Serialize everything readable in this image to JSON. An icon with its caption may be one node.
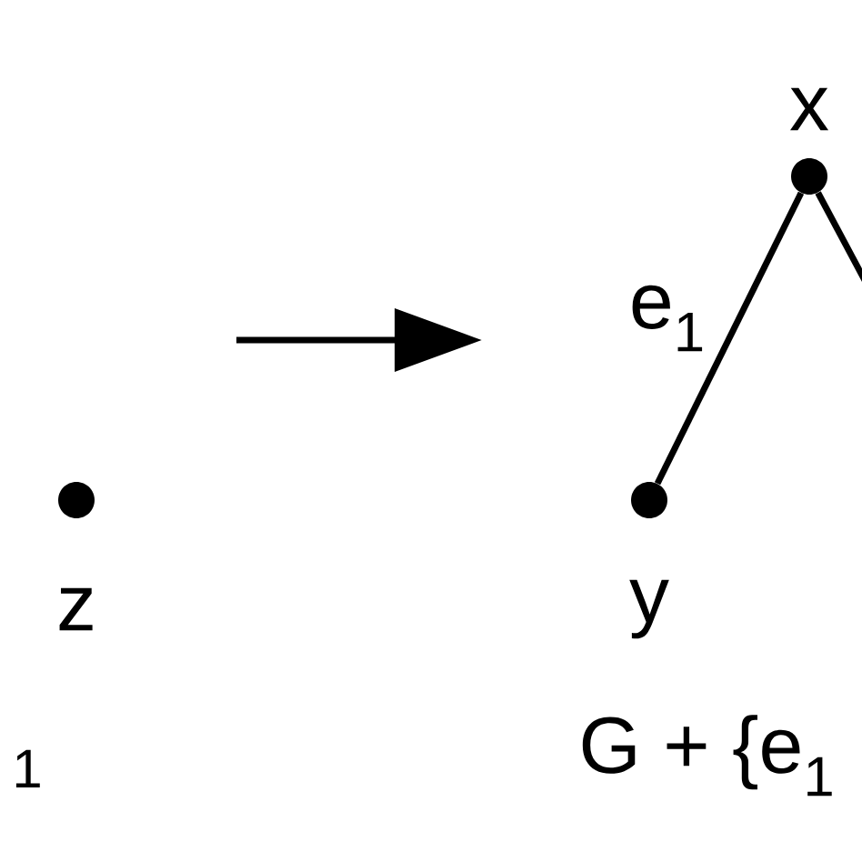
{
  "diagram": {
    "nodes": [
      {
        "text": [],
        "shape": "circle",
        "beside": [
          "z"
        ]
      },
      {
        "text": [],
        "shape": "circle",
        "beside": [
          "x"
        ]
      },
      {
        "text": [],
        "shape": "circle",
        "beside": [
          "y"
        ]
      }
    ],
    "edges": [
      {
        "from": 1,
        "to": 2,
        "arrow": "none",
        "label": "e$_{1}$"
      },
      {
        "from": 1,
        "to": null,
        "arrow": "none"
      }
    ],
    "labels": [
      "1",
      "G + {e$_{1}$"
    ]
  }
}
